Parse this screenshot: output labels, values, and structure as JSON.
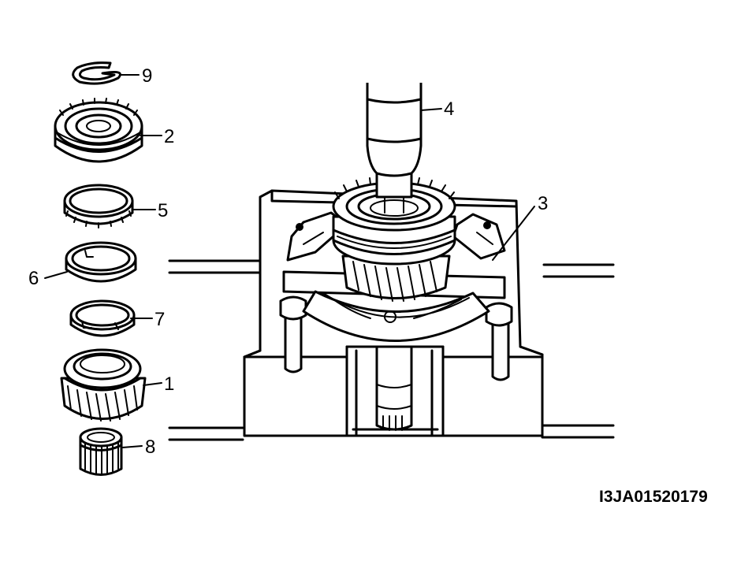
{
  "callouts": {
    "c1": "1",
    "c2": "2",
    "c3": "3",
    "c4": "4",
    "c5": "5",
    "c6": "6",
    "c7": "7",
    "c8": "8",
    "c9": "9"
  },
  "reference_code": "I3JA01520179"
}
